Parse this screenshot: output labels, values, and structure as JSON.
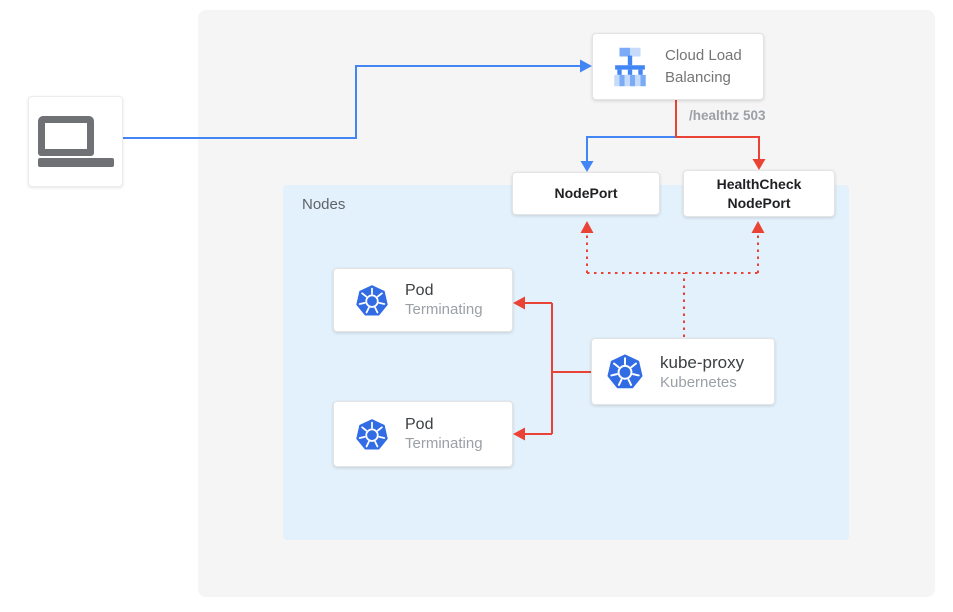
{
  "colors": {
    "blue": "#4285F4",
    "red": "#EA4335",
    "k8s_blue": "#326CE5",
    "panel_bg": "#F5F5F5",
    "nodes_bg": "#E3F1FC",
    "text_dark": "#202124",
    "text_medium": "#757575",
    "text_gray": "#9AA0A6"
  },
  "diagram": {
    "client": {
      "icon": "laptop-icon"
    },
    "cloud_load_balancing": {
      "label": "Cloud Load Balancing",
      "icon": "cloud-load-balancing-icon"
    },
    "healthz_label": "/healthz 503",
    "node_port": {
      "label": "NodePort"
    },
    "health_check_node_port": {
      "label": "HealthCheck\nNodePort"
    },
    "nodes_container": {
      "label": "Nodes"
    },
    "pods": [
      {
        "title": "Pod",
        "status": "Terminating",
        "icon": "kubernetes-icon"
      },
      {
        "title": "Pod",
        "status": "Terminating",
        "icon": "kubernetes-icon"
      }
    ],
    "kube_proxy": {
      "title": "kube-proxy",
      "subtitle": "Kubernetes",
      "icon": "kubernetes-icon"
    },
    "edges": [
      {
        "from": "client",
        "to": "cloud-load-balancing",
        "color": "blue",
        "style": "solid"
      },
      {
        "from": "cloud-load-balancing",
        "to": "node-port",
        "color": "blue",
        "style": "solid"
      },
      {
        "from": "cloud-load-balancing",
        "to": "health-check-node-port",
        "color": "red",
        "style": "solid",
        "label": "/healthz 503"
      },
      {
        "from": "kube-proxy",
        "to": "node-port",
        "color": "red",
        "style": "dotted"
      },
      {
        "from": "kube-proxy",
        "to": "health-check-node-port",
        "color": "red",
        "style": "dotted"
      },
      {
        "from": "kube-proxy",
        "to": "pod-1",
        "color": "red",
        "style": "solid"
      },
      {
        "from": "kube-proxy",
        "to": "pod-2",
        "color": "red",
        "style": "solid"
      }
    ]
  }
}
